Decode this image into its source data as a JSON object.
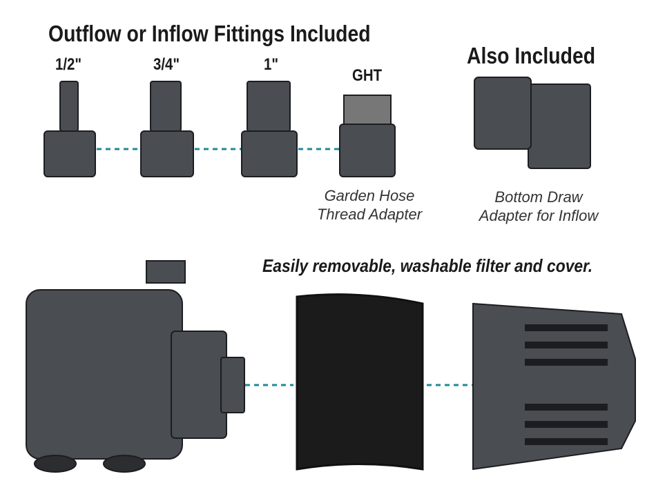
{
  "fittings": {
    "heading": "Outflow or Inflow Fittings Included",
    "items": [
      {
        "label": "1/2\""
      },
      {
        "label": "3/4\""
      },
      {
        "label": "1\""
      },
      {
        "label": "GHT"
      }
    ],
    "ght_caption_line1": "Garden Hose",
    "ght_caption_line2": "Thread Adapter"
  },
  "also": {
    "heading": "Also Included",
    "caption_line1": "Bottom Draw",
    "caption_line2": "Adapter for Inflow"
  },
  "filter": {
    "caption": "Easily removable, washable filter and cover."
  },
  "colors": {
    "dash": "#1f8a95",
    "body": "#4a4d52",
    "dark": "#2b2d31"
  }
}
